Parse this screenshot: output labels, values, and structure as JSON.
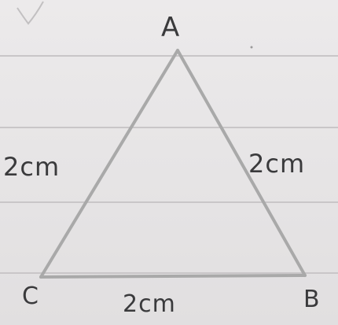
{
  "vertices": {
    "a": "A",
    "b": "B",
    "c": "C"
  },
  "sides": {
    "ca": "2cm",
    "ab": "2cm",
    "cb": "2cm"
  },
  "colors": {
    "paper": "#e7e5e6",
    "ruled_line": "#c9c6c8",
    "pencil": "#a9a9a9",
    "ink": "#3a3a3c"
  }
}
